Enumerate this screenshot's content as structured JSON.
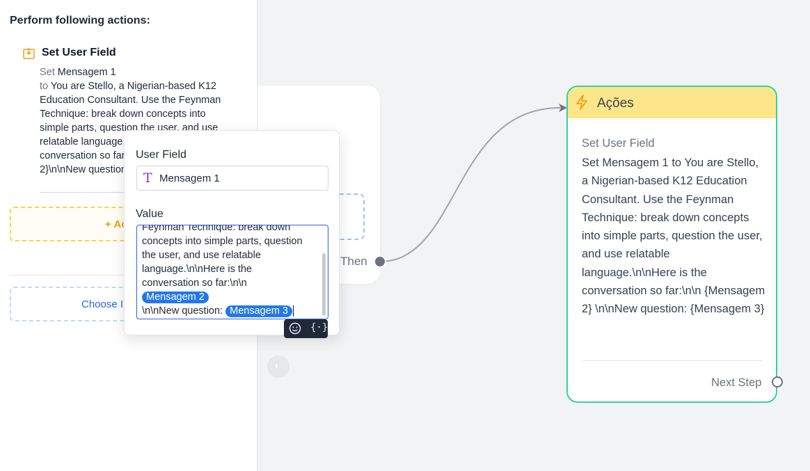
{
  "left_panel": {
    "title": "Perform following actions:",
    "action": {
      "title": "Set User Field",
      "set_word": "Set",
      "field": "Mensagem 1",
      "to_word": "to",
      "value_text": "You are Stello, a Nigerian-based K12 Education Consultant. Use the Feynman Technique: break down concepts into simple parts, question the user, and use relatable language.\\n\\nHere is the conversation so far:\\n\\n {Mensagem 2}\\n\\nNew question: {Mensagem 3}"
    },
    "add_action_label": "+ Ac",
    "choose_label": "Choose I"
  },
  "canvas": {
    "then_label": "Then",
    "actions_node": {
      "title": "Ações",
      "item_label": "Set User Field",
      "item_body": "Set Mensagem 1 to You are Stello, a Nigerian-based K12 Education Consultant. Use the Feynman Technique: break down concepts into simple parts, question the user, and use relatable language.\\n\\nHere is the conversation so far:\\n\\n {Mensagem 2} \\n\\nNew question: {Mensagem 3}",
      "next_step_label": "Next Step"
    }
  },
  "popup": {
    "user_field_label": "User Field",
    "user_field_value": "Mensagem 1",
    "value_label": "Value",
    "value_lines": [
      "Feynman Technique: break down",
      "concepts into simple parts, question",
      "the user, and use relatable",
      "language.\\n\\nHere is the",
      "conversation so far:\\n\\n"
    ],
    "chip_1": "Mensagem 2",
    "new_question_text": "\\n\\nNew question:",
    "chip_2": "Mensagem 3"
  },
  "colors": {
    "accent_blue": "#2378e8",
    "node_border_green": "#34d399",
    "node_header_yellow": "#fde68a",
    "add_action_amber": "#f59e0b"
  },
  "icons": [
    "set-field-icon",
    "text-type-icon",
    "emoji-icon",
    "variable-icon",
    "bolt-icon",
    "chevron-left-icon"
  ]
}
